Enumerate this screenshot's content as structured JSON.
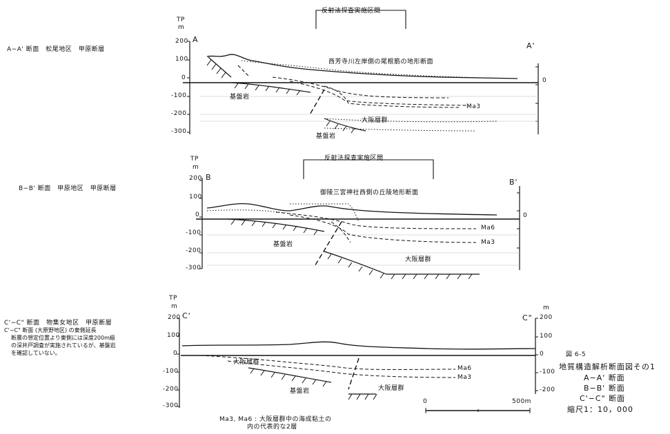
{
  "sections": [
    {
      "id": "A",
      "title": "A−A' 断面　松尾地区　甲原断層",
      "tp": "TP",
      "unit": "m",
      "y_ticks": [
        "200",
        "100",
        "0",
        "-100",
        "-200",
        "-300"
      ],
      "left_label": "A",
      "right_label": "A'",
      "right_zero": "0",
      "survey": "反射法探査実施区間",
      "terrain": "西芳寺川左岸側の尾根筋の地形断面",
      "labels": [
        "基盤岩",
        "Ma3",
        "大阪層群",
        "基盤岩"
      ]
    },
    {
      "id": "B",
      "title": "B−B' 断面　甲原地区　甲原断層",
      "tp": "TP",
      "unit": "m",
      "y_ticks": [
        "200",
        "100",
        "0",
        "-100",
        "-200",
        "-300"
      ],
      "left_label": "B",
      "right_label": "B'",
      "right_zero": "0",
      "survey": "反射法探査実施区間",
      "terrain": "御陵三宮神社西側の丘陵地形断面",
      "labels": [
        "Ma6",
        "Ma3",
        "基盤岩",
        "大阪層群"
      ]
    },
    {
      "id": "C",
      "title": "C'−C\" 断面　物集女地区　甲原断層",
      "tp": "TP",
      "unit": "m",
      "y_ticks": [
        "200",
        "100",
        "0",
        "-100",
        "-200",
        "-300"
      ],
      "right_unit": "m",
      "right_ticks": [
        "200",
        "100",
        "0",
        "-100",
        "-200"
      ],
      "left_label": "C'",
      "right_label": "C\"",
      "labels": [
        "大阪層群",
        "Ma6",
        "Ma3",
        "基盤岩",
        "大阪層群"
      ]
    }
  ],
  "notes": [
    "C'−C\" 断面 (大原野地区) の東側延長",
    "断層の想定位置より東側には深度200m級",
    "の深井戸調査が実施されているが、基盤岩",
    "を確認していない。"
  ],
  "legend_note": [
    "Ma3, Ma6 : 大阪層群中の海成粘土の",
    "内の代表的な2層"
  ],
  "scale_bar": {
    "start": "0",
    "end": "500m"
  },
  "figure_caption": {
    "fig_no": "図 6-5",
    "title": "地質構造解析断面図その1",
    "lines": [
      "A−A' 断面",
      "B−B' 断面",
      "C'−C\" 断面"
    ],
    "scale": "縮尺1：10，000"
  }
}
